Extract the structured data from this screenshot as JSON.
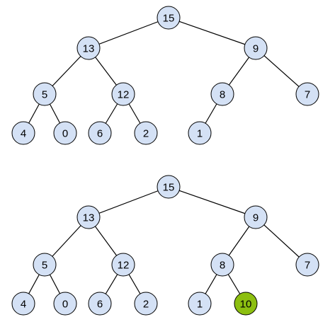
{
  "colors": {
    "node_fill": "#d4e1f5",
    "highlight_fill": "#8cbf10",
    "stroke": "#000000"
  },
  "trees": [
    {
      "name": "heap-before",
      "nodes": [
        {
          "id": "a15",
          "label": "15"
        },
        {
          "id": "a13",
          "label": "13"
        },
        {
          "id": "a9",
          "label": "9"
        },
        {
          "id": "a5",
          "label": "5"
        },
        {
          "id": "a12",
          "label": "12"
        },
        {
          "id": "a8",
          "label": "8"
        },
        {
          "id": "a7",
          "label": "7"
        },
        {
          "id": "a4",
          "label": "4"
        },
        {
          "id": "a0",
          "label": "0"
        },
        {
          "id": "a6",
          "label": "6"
        },
        {
          "id": "a2",
          "label": "2"
        },
        {
          "id": "a1",
          "label": "1"
        }
      ],
      "edges": [
        [
          "a15",
          "a13"
        ],
        [
          "a15",
          "a9"
        ],
        [
          "a13",
          "a5"
        ],
        [
          "a13",
          "a12"
        ],
        [
          "a9",
          "a8"
        ],
        [
          "a9",
          "a7"
        ],
        [
          "a5",
          "a4"
        ],
        [
          "a5",
          "a0"
        ],
        [
          "a12",
          "a6"
        ],
        [
          "a12",
          "a2"
        ],
        [
          "a8",
          "a1"
        ]
      ]
    },
    {
      "name": "heap-after-insert",
      "nodes": [
        {
          "id": "b15",
          "label": "15"
        },
        {
          "id": "b13",
          "label": "13"
        },
        {
          "id": "b9",
          "label": "9"
        },
        {
          "id": "b5",
          "label": "5"
        },
        {
          "id": "b12",
          "label": "12"
        },
        {
          "id": "b8",
          "label": "8"
        },
        {
          "id": "b7",
          "label": "7"
        },
        {
          "id": "b4",
          "label": "4"
        },
        {
          "id": "b0",
          "label": "0"
        },
        {
          "id": "b6",
          "label": "6"
        },
        {
          "id": "b2",
          "label": "2"
        },
        {
          "id": "b1",
          "label": "1"
        },
        {
          "id": "b10",
          "label": "10",
          "highlight": true
        }
      ],
      "edges": [
        [
          "b15",
          "b13"
        ],
        [
          "b15",
          "b9"
        ],
        [
          "b13",
          "b5"
        ],
        [
          "b13",
          "b12"
        ],
        [
          "b9",
          "b8"
        ],
        [
          "b9",
          "b7"
        ],
        [
          "b5",
          "b4"
        ],
        [
          "b5",
          "b0"
        ],
        [
          "b12",
          "b6"
        ],
        [
          "b12",
          "b2"
        ],
        [
          "b8",
          "b1"
        ],
        [
          "b8",
          "b10"
        ]
      ]
    }
  ]
}
